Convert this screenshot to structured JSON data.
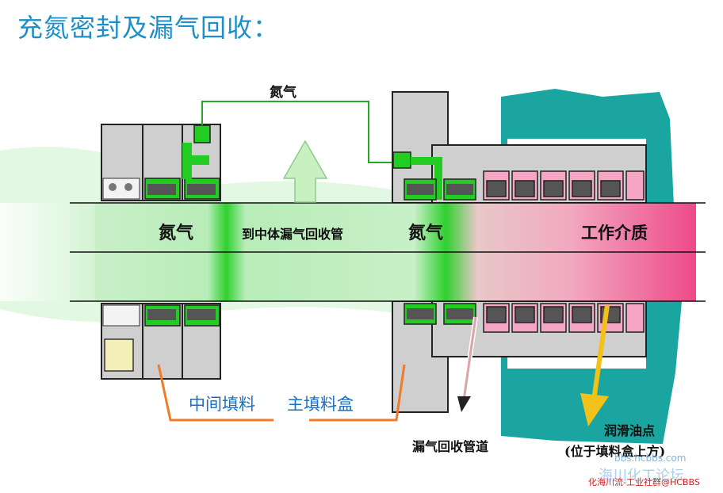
{
  "title": "充氮密封及漏气回收：",
  "labels": {
    "nitrogen_top": "氮气",
    "nitrogen_left": "氮气",
    "to_leak_pipe": "到中体漏气回收管",
    "nitrogen_right": "氮气",
    "working_medium": "工作介质",
    "middle_packing": "中间填料",
    "main_packing_box": "主填料盒",
    "leak_recovery_pipe": "漏气回收管道",
    "lube_point_line1": "润滑油点",
    "lube_point_line2": "(位于填料盒上方)"
  },
  "watermark": {
    "url": "bbs.hcbbs.com",
    "forum": "海川化工论坛",
    "credit": "化海川流-工业社群@HCBBS"
  },
  "colors": {
    "title": "#1c8fc9",
    "green": "#22cc22",
    "pink": "#ee4488",
    "teal": "#1aa5a0",
    "gray": "#cfcfcf",
    "label_blue": "#1a6fc0"
  }
}
